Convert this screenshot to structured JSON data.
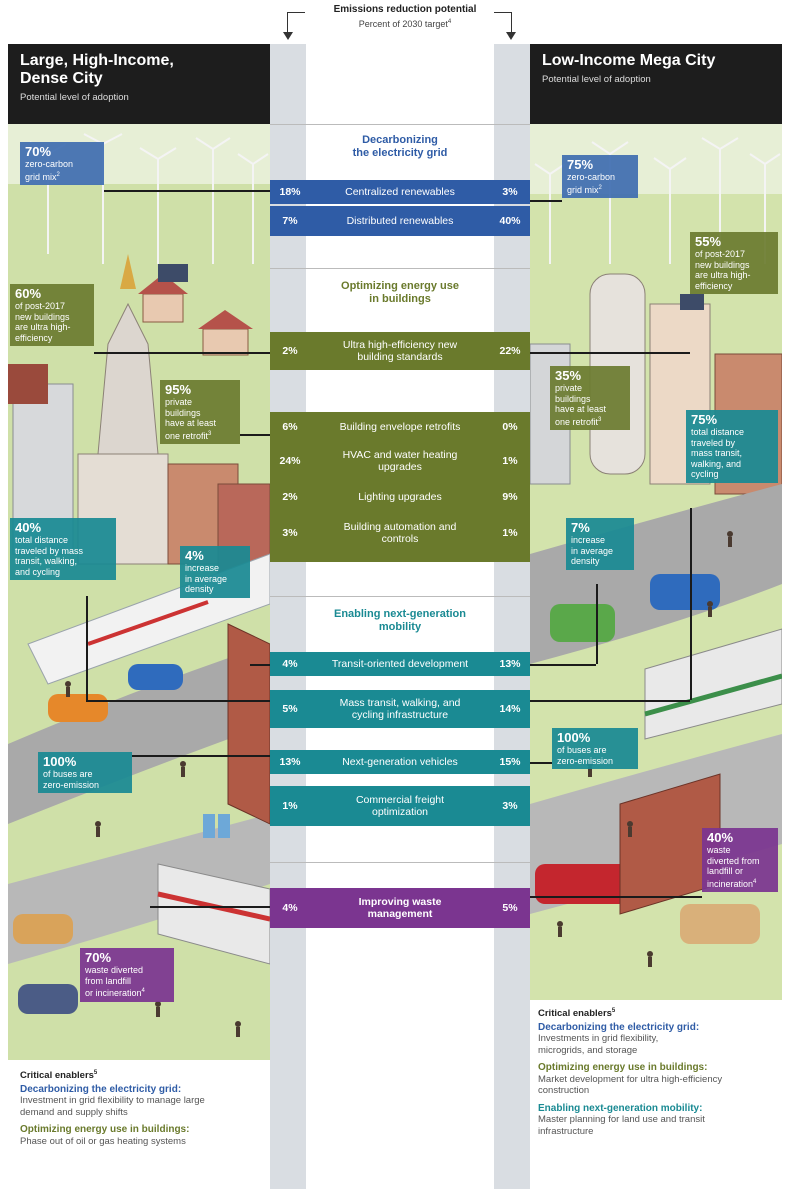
{
  "header": {
    "title": "Emissions reduction potential",
    "subtitle": "Percent of 2030 target",
    "subtitle_note": "4"
  },
  "left_city": {
    "name_line1": "Large, High-Income,",
    "name_line2": "Dense City",
    "adoption_label": "Potential level of adoption"
  },
  "right_city": {
    "name": "Low-Income Mega City",
    "adoption_label": "Potential level of adoption"
  },
  "sections": {
    "grid": {
      "title_line1": "Decarbonizing",
      "title_line2": "the electricity grid",
      "color": "#2f5ca6",
      "rows": [
        {
          "left": "18%",
          "label": "Centralized renewables",
          "right": "3%"
        },
        {
          "left": "7%",
          "label": "Distributed renewables",
          "right": "40%"
        }
      ]
    },
    "buildings": {
      "title_line1": "Optimizing energy use",
      "title_line2": "in buildings",
      "color": "#6a7a2c",
      "row_new": {
        "left": "2%",
        "label_line1": "Ultra high-efficiency new",
        "label_line2": "building standards",
        "right": "22%"
      },
      "rows": [
        {
          "left": "6%",
          "label_line1": "Building envelope retrofits",
          "label_line2": "",
          "right": "0%"
        },
        {
          "left": "24%",
          "label_line1": "HVAC and water heating",
          "label_line2": "upgrades",
          "right": "1%"
        },
        {
          "left": "2%",
          "label_line1": "Lighting upgrades",
          "label_line2": "",
          "right": "9%"
        },
        {
          "left": "3%",
          "label_line1": "Building automation and",
          "label_line2": "controls",
          "right": "1%"
        }
      ]
    },
    "mobility": {
      "title_line1": "Enabling next-generation",
      "title_line2": "mobility",
      "color": "#1a8a93",
      "rows": [
        {
          "left": "4%",
          "label_line1": "Transit-oriented development",
          "label_line2": "",
          "right": "13%"
        },
        {
          "left": "5%",
          "label_line1": "Mass transit, walking, and",
          "label_line2": "cycling infrastructure",
          "right": "14%"
        },
        {
          "left": "13%",
          "label_line1": "Next-generation vehicles",
          "label_line2": "",
          "right": "15%"
        },
        {
          "left": "1%",
          "label_line1": "Commercial freight",
          "label_line2": "optimization",
          "right": "3%"
        }
      ]
    },
    "waste": {
      "color": "#7b3590",
      "row": {
        "left": "4%",
        "label_line1": "Improving waste",
        "label_line2": "management",
        "right": "5%"
      }
    }
  },
  "left_callouts": {
    "grid": {
      "pct": "70%",
      "l1": "zero-carbon",
      "l2": "grid mix",
      "note": "2"
    },
    "new_buildings": {
      "pct": "60%",
      "l1": "of post-2017",
      "l2": "new buildings",
      "l3": "are ultra high-",
      "l4": "efficiency"
    },
    "retrofit": {
      "pct": "95%",
      "l1": "private",
      "l2": "buildings",
      "l3": "have at least",
      "l4": "one retrofit",
      "note": "3"
    },
    "transit": {
      "pct": "40%",
      "l1": "total distance",
      "l2": "traveled by mass",
      "l3": "transit, walking,",
      "l4": "and cycling"
    },
    "density": {
      "pct": "4%",
      "l1": "increase",
      "l2": "in average",
      "l3": "density"
    },
    "buses": {
      "pct": "100%",
      "l1": "of buses are",
      "l2": "zero-emission"
    },
    "waste": {
      "pct": "70%",
      "l1": "waste diverted",
      "l2": "from landfill",
      "l3": "or incineration",
      "note": "4"
    }
  },
  "right_callouts": {
    "grid": {
      "pct": "75%",
      "l1": "zero-carbon",
      "l2": "grid mix",
      "note": "2"
    },
    "new_buildings": {
      "pct": "55%",
      "l1": "of post-2017",
      "l2": "new buildings",
      "l3": "are ultra high-",
      "l4": "efficiency"
    },
    "retrofit": {
      "pct": "35%",
      "l1": "private",
      "l2": "buildings",
      "l3": "have at least",
      "l4": "one retrofit",
      "note": "3"
    },
    "transit": {
      "pct": "75%",
      "l1": "total distance",
      "l2": "traveled by",
      "l3": "mass transit,",
      "l4": "walking, and",
      "l5": "cycling"
    },
    "density": {
      "pct": "7%",
      "l1": "increase",
      "l2": "in average",
      "l3": "density"
    },
    "buses": {
      "pct": "100%",
      "l1": "of buses are",
      "l2": "zero-emission"
    },
    "waste": {
      "pct": "40%",
      "l1": "waste",
      "l2": "diverted from",
      "l3": "landfill or",
      "l4": "incineration",
      "note": "4"
    }
  },
  "left_enablers": {
    "heading": "Critical enablers",
    "heading_note": "5",
    "items": [
      {
        "title": "Decarbonizing the electricity grid:",
        "text_l1": "Investment in grid flexibility to manage large",
        "text_l2": "demand and supply shifts",
        "color": "#2f5ca6"
      },
      {
        "title": "Optimizing energy use in buildings:",
        "text_l1": "Phase out of oil or gas heating systems",
        "text_l2": "",
        "color": "#6a7a2c"
      }
    ]
  },
  "right_enablers": {
    "heading": "Critical enablers",
    "heading_note": "5",
    "items": [
      {
        "title": "Decarbonizing the electricity grid:",
        "text_l1": "Investments in grid flexibility,",
        "text_l2": "microgrids, and storage",
        "color": "#2f5ca6"
      },
      {
        "title": "Optimizing energy use in buildings:",
        "text_l1": "Market development for ultra high-efficiency",
        "text_l2": "construction",
        "color": "#6a7a2c"
      },
      {
        "title": "Enabling next-generation mobility:",
        "text_l1": "Master planning for land use and transit",
        "text_l2": "infrastructure",
        "color": "#1a8a93"
      }
    ]
  }
}
